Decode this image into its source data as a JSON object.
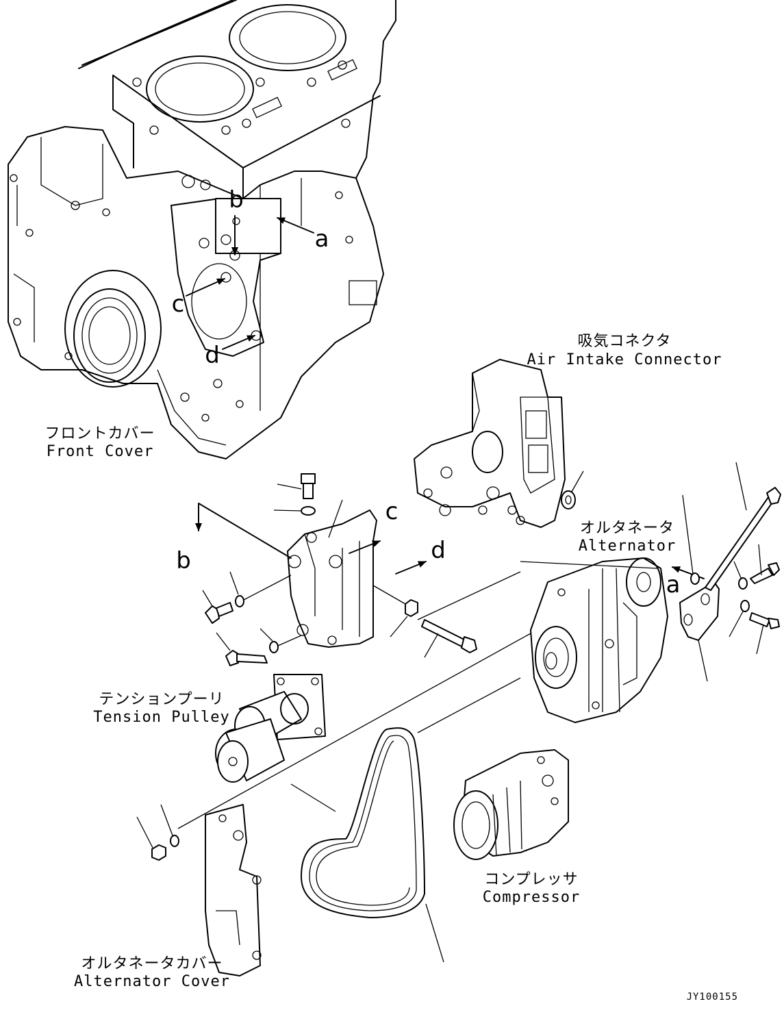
{
  "labels": {
    "air_intake_jp": "吸気コネクタ",
    "air_intake_en": "Air Intake Connector",
    "front_cover_jp": "フロントカバー",
    "front_cover_en": "Front Cover",
    "alternator_jp": "オルタネータ",
    "alternator_en": "Alternator",
    "tension_pulley_jp": "テンションプーリ",
    "tension_pulley_en": "Tension Pulley",
    "compressor_jp": "コンプレッサ",
    "compressor_en": "Compressor",
    "alt_cover_jp": "オルタネータカバー",
    "alt_cover_en": "Alternator Cover"
  },
  "callouts": {
    "a": "a",
    "b": "b",
    "c": "c",
    "d": "d"
  },
  "drawing_number": "JY100155"
}
